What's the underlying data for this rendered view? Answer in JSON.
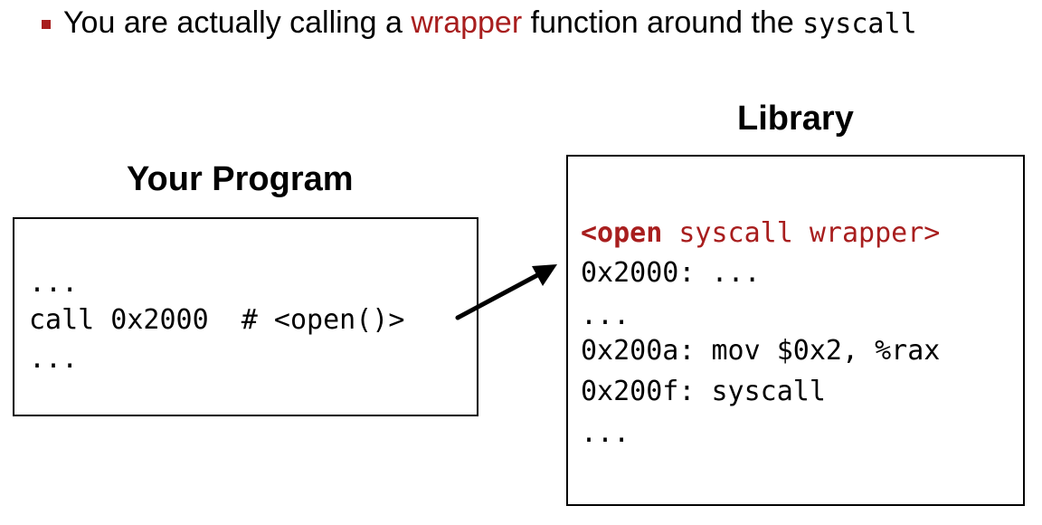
{
  "bullet": {
    "part1": "You are actually calling a ",
    "highlight": "wrapper",
    "part2": " function around the ",
    "code": "syscall"
  },
  "program": {
    "title": "Your Program",
    "lines": [
      "...",
      "call 0x2000  # <open()>",
      "..."
    ]
  },
  "library": {
    "title": "Library",
    "wrapper_keyword": "<open",
    "wrapper_rest": " syscall wrapper>",
    "lines": [
      "0x2000: ...",
      "...",
      "0x200a: mov $0x2, %rax",
      "0x200f: syscall",
      "..."
    ]
  },
  "colors": {
    "accent": "#a81e1e",
    "text": "#000000",
    "background": "#ffffff"
  }
}
